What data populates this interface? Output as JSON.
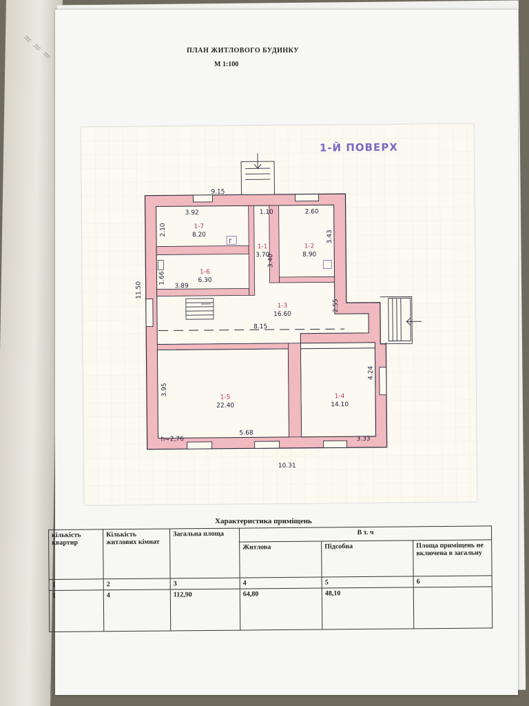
{
  "document": {
    "title": "ПЛАН ЖИТЛОВОГО БУДИНКУ",
    "scale": "М  1:100",
    "floor_stamp": "1-Й ПОВЕРХ",
    "ceiling_height": "h=2,76"
  },
  "dimensions": {
    "top_width": "9.15",
    "bottom_width": "10.31",
    "left_height": "11.50",
    "d_392": "3.92",
    "d_210": "2.10",
    "d_110": "1.10",
    "d_260": "2.60",
    "d_343": "3.43",
    "d_340": "3.40",
    "d_166": "1.66",
    "d_389": "3.89",
    "d_255": "2.55",
    "d_815": "8.15",
    "d_395": "3.95",
    "d_568": "5.68",
    "d_424": "4.24",
    "d_333": "3.33"
  },
  "rooms": [
    {
      "id": "1-7",
      "area": "8.20"
    },
    {
      "id": "1-1",
      "area": "3.70"
    },
    {
      "id": "1-2",
      "area": "8.90"
    },
    {
      "id": "1-6",
      "area": "6.30"
    },
    {
      "id": "1-3",
      "area": "16.60"
    },
    {
      "id": "1-5",
      "area": "22.40"
    },
    {
      "id": "1-4",
      "area": "14.10"
    }
  ],
  "fixtures": {
    "stove": "Г"
  },
  "table": {
    "caption": "Характеристика приміщень",
    "headers": {
      "apartments": "кількість квартир",
      "living_rooms": "Кількість житлових кімнат",
      "total_area": "Загальна площа",
      "including": "В  т. ч",
      "living": "Житлова",
      "auxiliary": "Підсобна",
      "excluded": "Площа приміщень не включена в загальну"
    },
    "numbers": [
      "1",
      "2",
      "3",
      "4",
      "5",
      "6"
    ],
    "values": {
      "apartments": "1",
      "living_rooms": "4",
      "total_area": "112,90",
      "living": "64,80",
      "auxiliary": "48,10",
      "excluded": ""
    }
  },
  "colors": {
    "wall_fill": "#f1b9c0",
    "wall_line": "#2a2a3a",
    "stamp": "#7d68c4"
  }
}
